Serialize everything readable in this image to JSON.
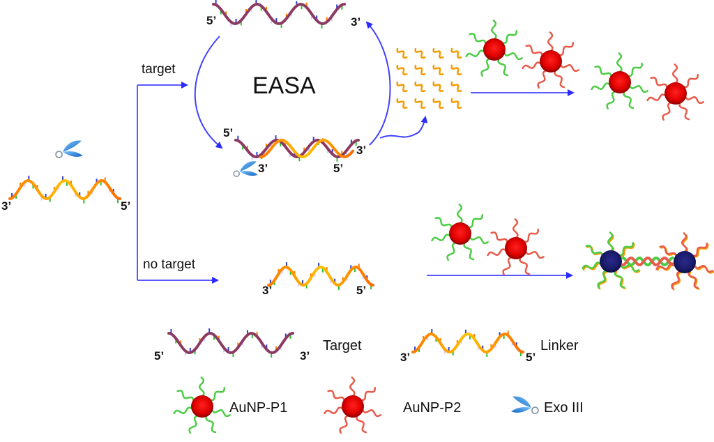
{
  "diagram": {
    "cycle_label": "EASA",
    "branch_target_label": "target",
    "branch_no_target_label": "no target",
    "end_labels": {
      "five_prime": "5’",
      "three_prime": "3’"
    },
    "legend": {
      "target": "Target",
      "linker": "Linker",
      "aunp_p1": "AuNP-P1",
      "aunp_p2": "AuNP-P2",
      "exo3": "Exo III"
    },
    "colors": {
      "arrow": "#3333ff",
      "target_strand": "#8b3a62",
      "linker_strand": "#f59b00",
      "aunp_dispersed": "#e00000",
      "aunp_aggregated": "#1a1a6e",
      "probe_p1": "#4ccc44",
      "probe_p2": "#e85a4a",
      "exo3": "#2a7fd4"
    }
  }
}
